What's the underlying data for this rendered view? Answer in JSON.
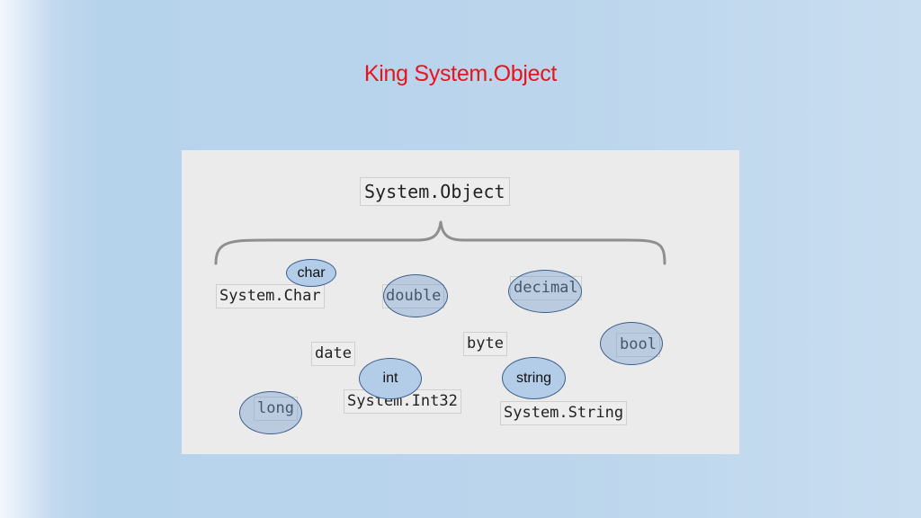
{
  "slide": {
    "title": "King System.Object"
  },
  "diagram": {
    "root": "System.Object",
    "types": {
      "system_char": "System.Char",
      "double": "double",
      "decimal": "decimal",
      "bool": "bool",
      "byte": "byte",
      "date": "date",
      "system_int32": "System.Int32",
      "system_string": "System.String",
      "long": "long"
    },
    "aliases": {
      "char": "char",
      "int": "int",
      "string": "string"
    }
  },
  "colors": {
    "title": "#e8141c",
    "bubble_fill": "#b3cde9",
    "bubble_stroke": "#3c5f8c",
    "diagram_bg": "#ebebeb"
  }
}
